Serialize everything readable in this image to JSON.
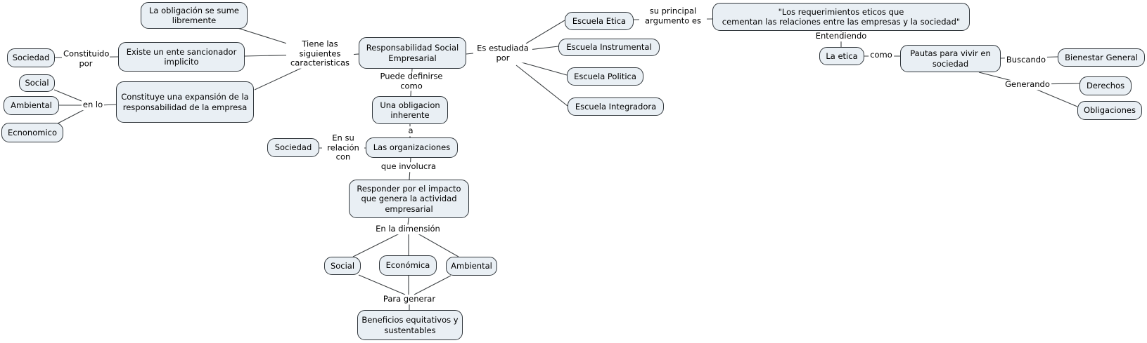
{
  "colors": {
    "background": "#ffffff",
    "node_fill": "#e9eff4",
    "node_border": "#30363b",
    "connector": "#3c4043"
  },
  "concepts": {
    "la_obligacion": "La obligación se sume libremente",
    "sociedad_izq": "Sociedad",
    "existe_ente": "Existe un ente sancionador implicito",
    "social_izq": "Social",
    "ambiental_izq": "Ambiental",
    "ecnonomico": "Ecnonomico",
    "constituye": "Constituye una expansión de la responsabilidad de la empresa",
    "rse": "Responsabilidad Social Empresarial",
    "una_obligacion": "Una obligacion inherente",
    "sociedad_centro": "Sociedad",
    "las_organizaciones": "Las organizaciones",
    "responder": "Responder por el impacto que genera la actividad empresarial",
    "social_dim": "Social",
    "economica_dim": "Económica",
    "ambiental_dim": "Ambiental",
    "beneficios": "Beneficios equitativos y sustentables",
    "escuela_etica": "Escuela Etica",
    "escuela_instrumental": "Escuela Instrumental",
    "escuela_politica": "Escuela Politica",
    "escuela_integradora": "Escuela Integradora",
    "cita": "\"Los requerimientos eticos que\ncementan las relaciones entre las empresas y la sociedad\"",
    "la_etica": "La etica",
    "pautas": "Pautas para vivir en sociedad",
    "bienestar": "Bienestar General",
    "derechos": "Derechos",
    "obligaciones": "Obligaciones"
  },
  "link_labels": {
    "constituido_por": "Constituido por",
    "en_lo": "en lo",
    "tiene": "Tiene las siguientes caracteristicas",
    "puede": "Puede definirse como",
    "a": "a",
    "en_su": "En su relación con",
    "que_involucra": "que involucra",
    "en_la_dimension": "En la dimensión",
    "para_generar": "Para generar",
    "es_estudiada": "Es estudiada por",
    "su_principal": "su principal argumento es",
    "entendiendo": "Entendiendo",
    "como": "como",
    "buscando": "Buscando",
    "generando": "Generando"
  }
}
